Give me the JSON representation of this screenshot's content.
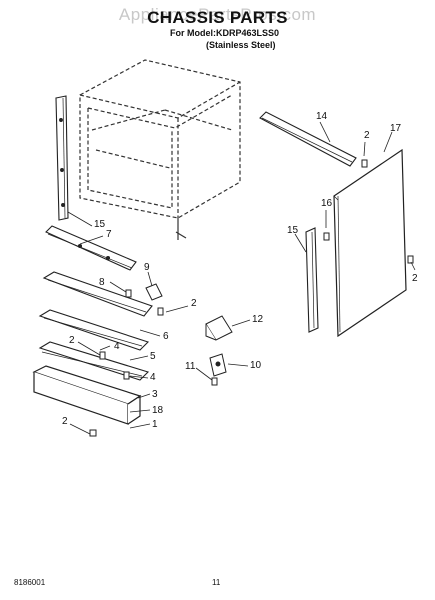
{
  "header": {
    "watermark": "AppliancePartsPros.com",
    "title": "CHASSIS PARTS",
    "model": "For Model:KDRP463LSS0",
    "finish": "(Stainless Steel)"
  },
  "callouts": {
    "c14": "14",
    "c2a": "2",
    "c17": "17",
    "c16": "16",
    "c15a": "15",
    "c2b": "2",
    "c15b": "15",
    "c7": "7",
    "c9": "9",
    "c8": "8",
    "c2c": "2",
    "c12": "12",
    "c6": "6",
    "c2d": "2",
    "c5": "5",
    "c4a": "4",
    "c4b": "4",
    "c11": "11",
    "c10": "10",
    "c3": "3",
    "c18": "18",
    "c2e": "2",
    "c1": "1"
  },
  "footer": {
    "doc_number": "8186001",
    "page_number": "11"
  }
}
